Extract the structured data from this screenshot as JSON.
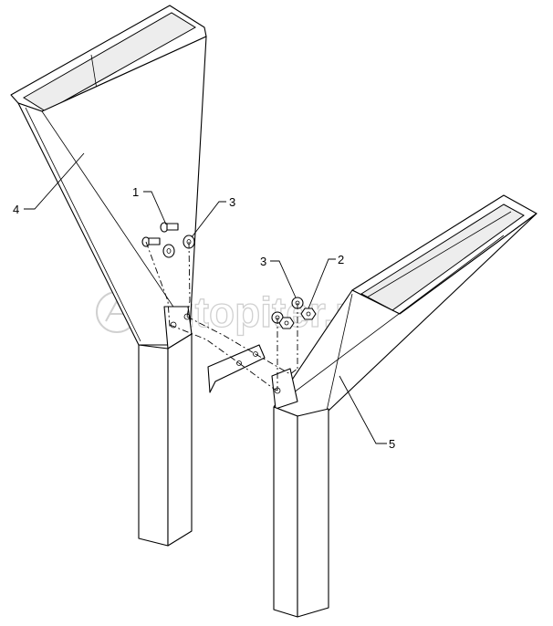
{
  "watermark": {
    "text": "autopiter.ru"
  },
  "callouts": [
    {
      "id": "1",
      "target": "bolts"
    },
    {
      "id": "2",
      "target": "nuts"
    },
    {
      "id": "3",
      "target": "washers-left"
    },
    {
      "id": "3",
      "target": "washers-right"
    },
    {
      "id": "4",
      "target": "left-hopper-leg"
    },
    {
      "id": "5",
      "target": "right-hopper-leg"
    }
  ]
}
